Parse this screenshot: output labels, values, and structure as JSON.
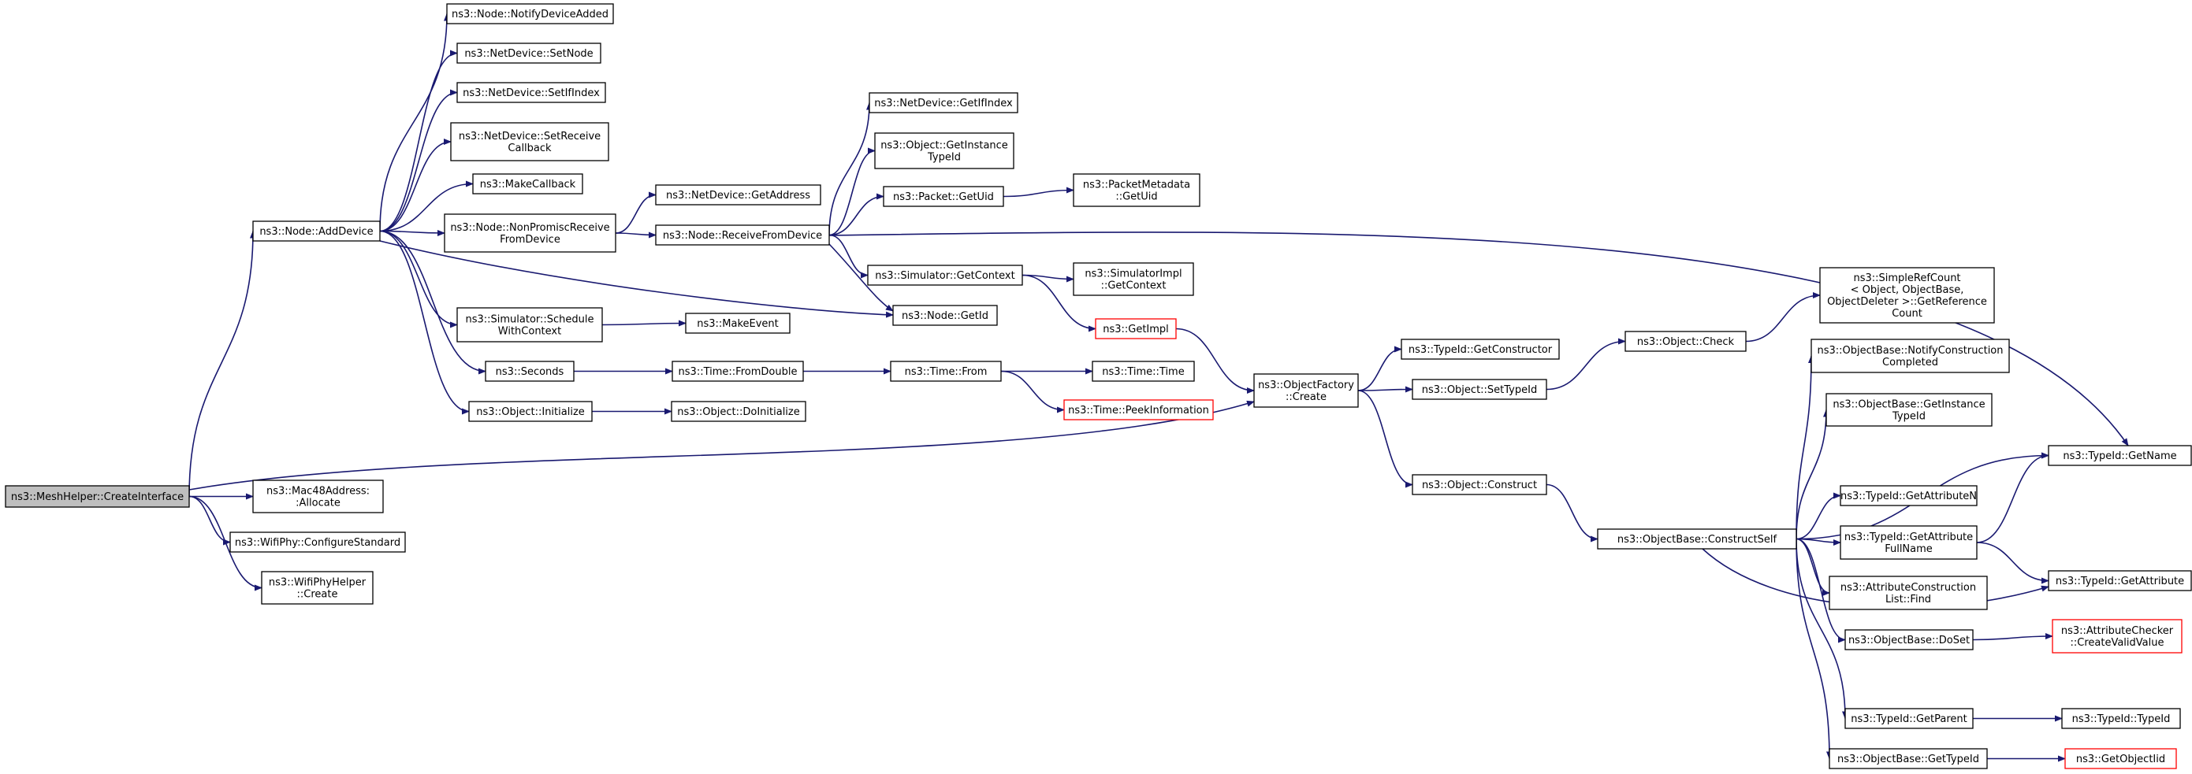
{
  "graph": {
    "type": "call-graph",
    "colors": {
      "edge": "#191970",
      "root_fill": "#bfbfbf",
      "node_fill": "#ffffff",
      "truncated_border": "#ff0000",
      "border": "#000000"
    },
    "nodes": [
      {
        "id": "root",
        "lines": [
          "ns3::MeshHelper::CreateInterface"
        ],
        "kind": "root"
      },
      {
        "id": "addDevice",
        "lines": [
          "ns3::Node::AddDevice"
        ]
      },
      {
        "id": "notifyAdded",
        "lines": [
          "ns3::Node::NotifyDeviceAdded"
        ]
      },
      {
        "id": "setNode",
        "lines": [
          "ns3::NetDevice::SetNode"
        ]
      },
      {
        "id": "setIfIndex",
        "lines": [
          "ns3::NetDevice::SetIfIndex"
        ]
      },
      {
        "id": "setReceiveCb",
        "lines": [
          "ns3::NetDevice::SetReceive",
          "Callback"
        ]
      },
      {
        "id": "makeCallback",
        "lines": [
          "ns3::MakeCallback"
        ]
      },
      {
        "id": "nonPromisc",
        "lines": [
          "ns3::Node::NonPromiscReceive",
          "FromDevice"
        ]
      },
      {
        "id": "getAddress",
        "lines": [
          "ns3::NetDevice::GetAddress"
        ]
      },
      {
        "id": "receiveFrom",
        "lines": [
          "ns3::Node::ReceiveFromDevice"
        ]
      },
      {
        "id": "getIfIndex",
        "lines": [
          "ns3::NetDevice::GetIfIndex"
        ]
      },
      {
        "id": "getInstTypeId1",
        "lines": [
          "ns3::Object::GetInstance",
          "TypeId"
        ]
      },
      {
        "id": "packetUid",
        "lines": [
          "ns3::Packet::GetUid"
        ]
      },
      {
        "id": "metaUid",
        "lines": [
          "ns3::PacketMetadata",
          "::GetUid"
        ]
      },
      {
        "id": "simGetContext",
        "lines": [
          "ns3::Simulator::GetContext"
        ]
      },
      {
        "id": "simImplCtx",
        "lines": [
          "ns3::SimulatorImpl",
          "::GetContext"
        ]
      },
      {
        "id": "nodeGetId",
        "lines": [
          "ns3::Node::GetId"
        ]
      },
      {
        "id": "getImpl",
        "lines": [
          "ns3::GetImpl"
        ],
        "kind": "truncated"
      },
      {
        "id": "scheduleCtx",
        "lines": [
          "ns3::Simulator::Schedule",
          "WithContext"
        ]
      },
      {
        "id": "makeEvent",
        "lines": [
          "ns3::MakeEvent"
        ]
      },
      {
        "id": "seconds",
        "lines": [
          "ns3::Seconds"
        ]
      },
      {
        "id": "fromDouble",
        "lines": [
          "ns3::Time::FromDouble"
        ]
      },
      {
        "id": "timeFrom",
        "lines": [
          "ns3::Time::From"
        ]
      },
      {
        "id": "timeTime",
        "lines": [
          "ns3::Time::Time"
        ]
      },
      {
        "id": "peekInfo",
        "lines": [
          "ns3::Time::PeekInformation"
        ],
        "kind": "truncated"
      },
      {
        "id": "objInit",
        "lines": [
          "ns3::Object::Initialize"
        ]
      },
      {
        "id": "doInit",
        "lines": [
          "ns3::Object::DoInitialize"
        ]
      },
      {
        "id": "factoryCreate",
        "lines": [
          "ns3::ObjectFactory",
          "::Create"
        ]
      },
      {
        "id": "getConstructor",
        "lines": [
          "ns3::TypeId::GetConstructor"
        ]
      },
      {
        "id": "setTypeId",
        "lines": [
          "ns3::Object::SetTypeId"
        ]
      },
      {
        "id": "objCheck",
        "lines": [
          "ns3::Object::Check"
        ]
      },
      {
        "id": "simpleRef",
        "lines": [
          "ns3::SimpleRefCount",
          "< Object, ObjectBase,",
          "ObjectDeleter >::GetReference",
          "Count"
        ]
      },
      {
        "id": "objConstruct",
        "lines": [
          "ns3::Object::Construct"
        ]
      },
      {
        "id": "constructSelf",
        "lines": [
          "ns3::ObjectBase::ConstructSelf"
        ]
      },
      {
        "id": "notifyConstr",
        "lines": [
          "ns3::ObjectBase::NotifyConstruction",
          "Completed"
        ]
      },
      {
        "id": "getInstTypeId2",
        "lines": [
          "ns3::ObjectBase::GetInstance",
          "TypeId"
        ]
      },
      {
        "id": "getName",
        "lines": [
          "ns3::TypeId::GetName"
        ]
      },
      {
        "id": "getAttrN",
        "lines": [
          "ns3::TypeId::GetAttributeN"
        ]
      },
      {
        "id": "getAttrFull",
        "lines": [
          "ns3::TypeId::GetAttribute",
          "FullName"
        ]
      },
      {
        "id": "getAttribute",
        "lines": [
          "ns3::TypeId::GetAttribute"
        ]
      },
      {
        "id": "attrConstrFind",
        "lines": [
          "ns3::AttributeConstruction",
          "List::Find"
        ]
      },
      {
        "id": "doSet",
        "lines": [
          "ns3::ObjectBase::DoSet"
        ]
      },
      {
        "id": "createValid",
        "lines": [
          "ns3::AttributeChecker",
          "::CreateValidValue"
        ],
        "kind": "truncated"
      },
      {
        "id": "getParent",
        "lines": [
          "ns3::TypeId::GetParent"
        ]
      },
      {
        "id": "typeIdTypeId",
        "lines": [
          "ns3::TypeId::TypeId"
        ]
      },
      {
        "id": "baseGetTypeId",
        "lines": [
          "ns3::ObjectBase::GetTypeId"
        ]
      },
      {
        "id": "getObjectIid",
        "lines": [
          "ns3::GetObjectIid"
        ],
        "kind": "truncated"
      },
      {
        "id": "macAllocate",
        "lines": [
          "ns3::Mac48Address:",
          ":Allocate"
        ]
      },
      {
        "id": "configStd",
        "lines": [
          "ns3::WifiPhy::ConfigureStandard"
        ]
      },
      {
        "id": "phyHelperCreate",
        "lines": [
          "ns3::WifiPhyHelper",
          "::Create"
        ]
      }
    ],
    "edges": [
      [
        "root",
        "addDevice"
      ],
      [
        "root",
        "factoryCreate"
      ],
      [
        "root",
        "macAllocate"
      ],
      [
        "root",
        "configStd"
      ],
      [
        "root",
        "phyHelperCreate"
      ],
      [
        "addDevice",
        "notifyAdded"
      ],
      [
        "addDevice",
        "setNode"
      ],
      [
        "addDevice",
        "setIfIndex"
      ],
      [
        "addDevice",
        "setReceiveCb"
      ],
      [
        "addDevice",
        "makeCallback"
      ],
      [
        "addDevice",
        "nonPromisc"
      ],
      [
        "addDevice",
        "nodeGetId"
      ],
      [
        "addDevice",
        "scheduleCtx"
      ],
      [
        "addDevice",
        "seconds"
      ],
      [
        "addDevice",
        "objInit"
      ],
      [
        "nonPromisc",
        "getAddress"
      ],
      [
        "nonPromisc",
        "receiveFrom"
      ],
      [
        "receiveFrom",
        "getIfIndex"
      ],
      [
        "receiveFrom",
        "getInstTypeId1"
      ],
      [
        "receiveFrom",
        "packetUid"
      ],
      [
        "receiveFrom",
        "simGetContext"
      ],
      [
        "receiveFrom",
        "nodeGetId"
      ],
      [
        "receiveFrom",
        "getName"
      ],
      [
        "packetUid",
        "metaUid"
      ],
      [
        "simGetContext",
        "simImplCtx"
      ],
      [
        "simGetContext",
        "getImpl"
      ],
      [
        "getImpl",
        "factoryCreate"
      ],
      [
        "scheduleCtx",
        "makeEvent"
      ],
      [
        "seconds",
        "fromDouble"
      ],
      [
        "fromDouble",
        "timeFrom"
      ],
      [
        "timeFrom",
        "timeTime"
      ],
      [
        "timeFrom",
        "peekInfo"
      ],
      [
        "objInit",
        "doInit"
      ],
      [
        "factoryCreate",
        "getConstructor"
      ],
      [
        "factoryCreate",
        "setTypeId"
      ],
      [
        "factoryCreate",
        "objConstruct"
      ],
      [
        "setTypeId",
        "objCheck"
      ],
      [
        "objCheck",
        "simpleRef"
      ],
      [
        "objConstruct",
        "constructSelf"
      ],
      [
        "constructSelf",
        "notifyConstr"
      ],
      [
        "constructSelf",
        "getInstTypeId2"
      ],
      [
        "constructSelf",
        "getName"
      ],
      [
        "constructSelf",
        "getAttrN"
      ],
      [
        "constructSelf",
        "getAttrFull"
      ],
      [
        "constructSelf",
        "getAttribute"
      ],
      [
        "constructSelf",
        "attrConstrFind"
      ],
      [
        "constructSelf",
        "doSet"
      ],
      [
        "constructSelf",
        "getParent"
      ],
      [
        "constructSelf",
        "baseGetTypeId"
      ],
      [
        "getAttrFull",
        "getName"
      ],
      [
        "getAttrFull",
        "getAttribute"
      ],
      [
        "doSet",
        "createValid"
      ],
      [
        "getParent",
        "typeIdTypeId"
      ],
      [
        "baseGetTypeId",
        "getObjectIid"
      ]
    ]
  }
}
